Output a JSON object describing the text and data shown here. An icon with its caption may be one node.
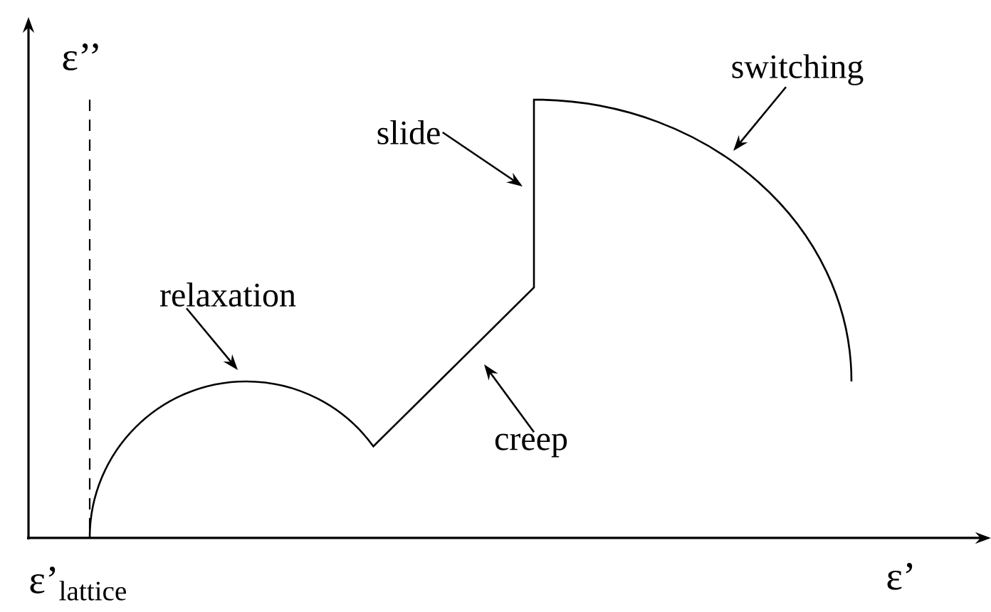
{
  "diagram": {
    "nodes": [
      {
        "text": [
          "relaxation"
        ]
      },
      {
        "text": [
          "slide"
        ]
      },
      {
        "text": [
          "creep"
        ]
      },
      {
        "text": [
          "switching"
        ]
      }
    ],
    "edges": [
      {
        "from": 0,
        "to": null,
        "arrow": "to"
      },
      {
        "from": 1,
        "to": null,
        "arrow": "to"
      },
      {
        "from": 2,
        "to": null,
        "arrow": "to"
      },
      {
        "from": 3,
        "to": null,
        "arrow": "to"
      }
    ],
    "labels": [
      "ε’’",
      "ε’$_{lattice}$",
      "ε’"
    ]
  }
}
